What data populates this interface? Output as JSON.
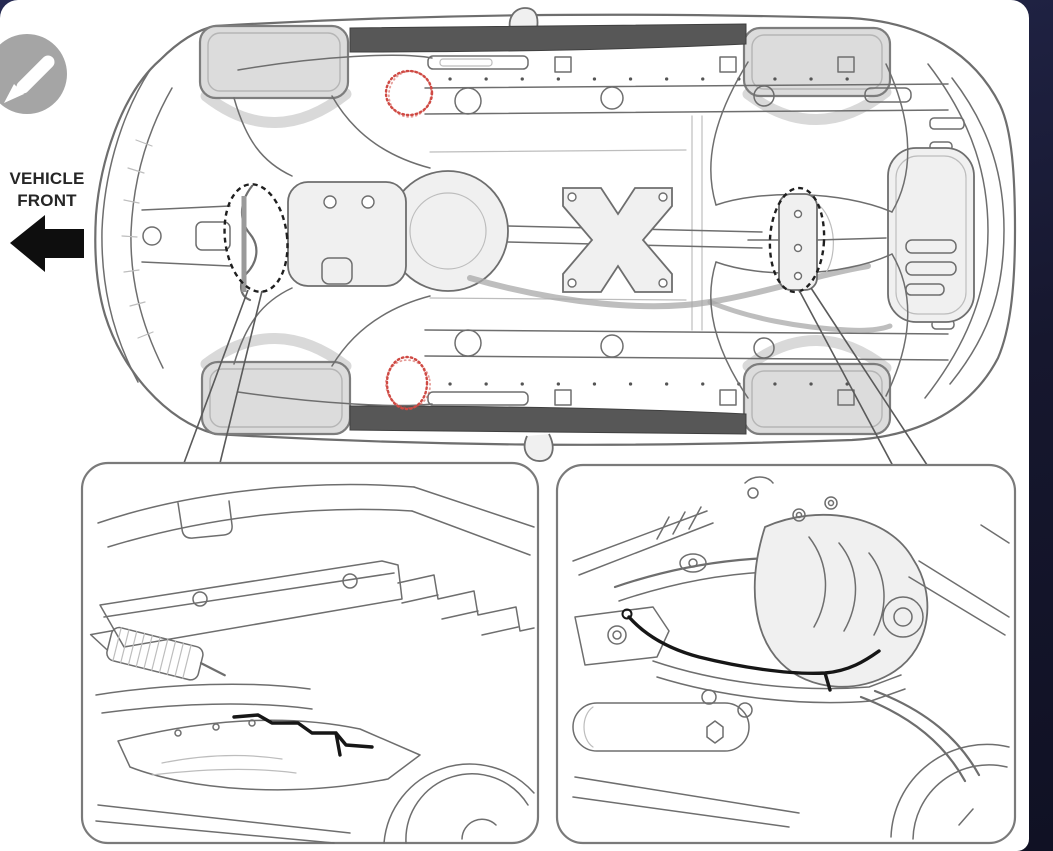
{
  "labels": {
    "vehicle_front_line1": "VEHICLE",
    "vehicle_front_line2": "FRONT"
  },
  "icons": {
    "edit_button": "pencil-icon",
    "vehicle_front_arrow": "left-arrow-icon"
  },
  "colors": {
    "page_bg_top": "#262a52",
    "page_bg_mid": "#16172e",
    "page_bg_bottom": "#101124",
    "canvas_bg": "#ffffff",
    "line_art": "#6e6e6e",
    "fill_light": "#f0f0f0",
    "fill_mid": "#dcdcdc",
    "sill_dark": "#575757",
    "annotation_red": "#cf4a44",
    "annotation_black": "#1f1f1f",
    "leader_gray": "#5a5a5a",
    "arrow_black": "#0e0e0e",
    "label_text": "#262626",
    "edit_button_bg": "#a5a5a5",
    "edit_glyph": "#ffffff",
    "inset_border": "#7a7a7a",
    "harness_black": "#161616"
  },
  "diagram": {
    "alt": "Underbody bottom view of a vehicle, front at left, with two red circle markers, two dashed ellipse callouts and two magnified detail insets below"
  }
}
